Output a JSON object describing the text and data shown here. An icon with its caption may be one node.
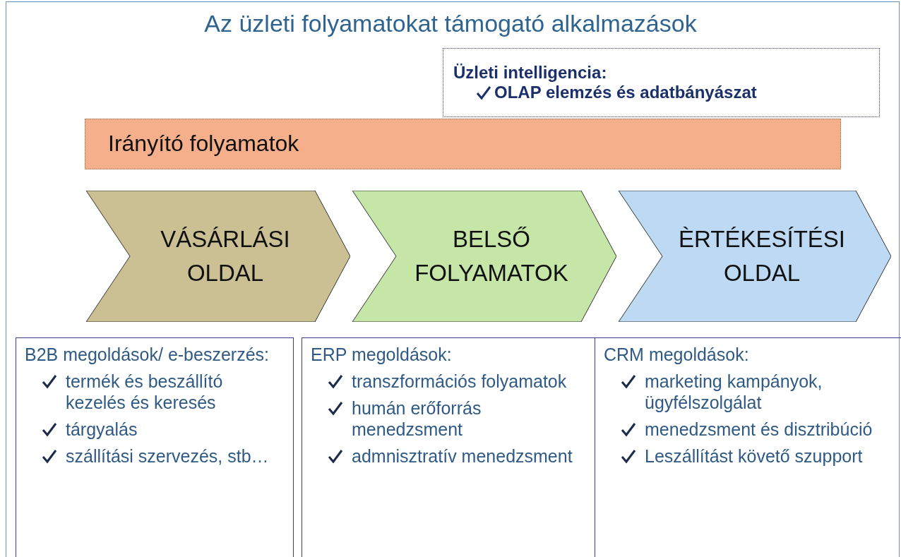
{
  "diagram": {
    "title": "Az üzleti folyamatokat támogató alkalmazások",
    "nodes": [
      {
        "text": [
          "Üzleti intelligencia:",
          "OLAP elemzés és adatbányászat"
        ]
      },
      {
        "text": [
          "Irányító folyamatok"
        ]
      },
      {
        "text": [
          "VÁSÁRLÁSI OLDAL"
        ]
      },
      {
        "text": [
          "BELSŐ FOLYAMATOK"
        ]
      },
      {
        "text": [
          "ÈRTÉKESÍTÉSI OLDAL"
        ]
      },
      {
        "text": [
          "B2B megoldások/ e-beszerzés:",
          "termék és beszállító kezelés és keresés",
          "tárgyalás",
          "szállítási szervezés, stb…"
        ]
      },
      {
        "text": [
          "ERP megoldások:",
          "transzformációs folyamatok",
          "humán erőforrás menedzsment",
          "admnisztratív menedzsment"
        ]
      },
      {
        "text": [
          "CRM megoldások:",
          "marketing kampányok, ügyfélszolgálat",
          "menedzsment és disztribúció",
          "Leszállítást követő szupport"
        ]
      }
    ],
    "edges": []
  }
}
